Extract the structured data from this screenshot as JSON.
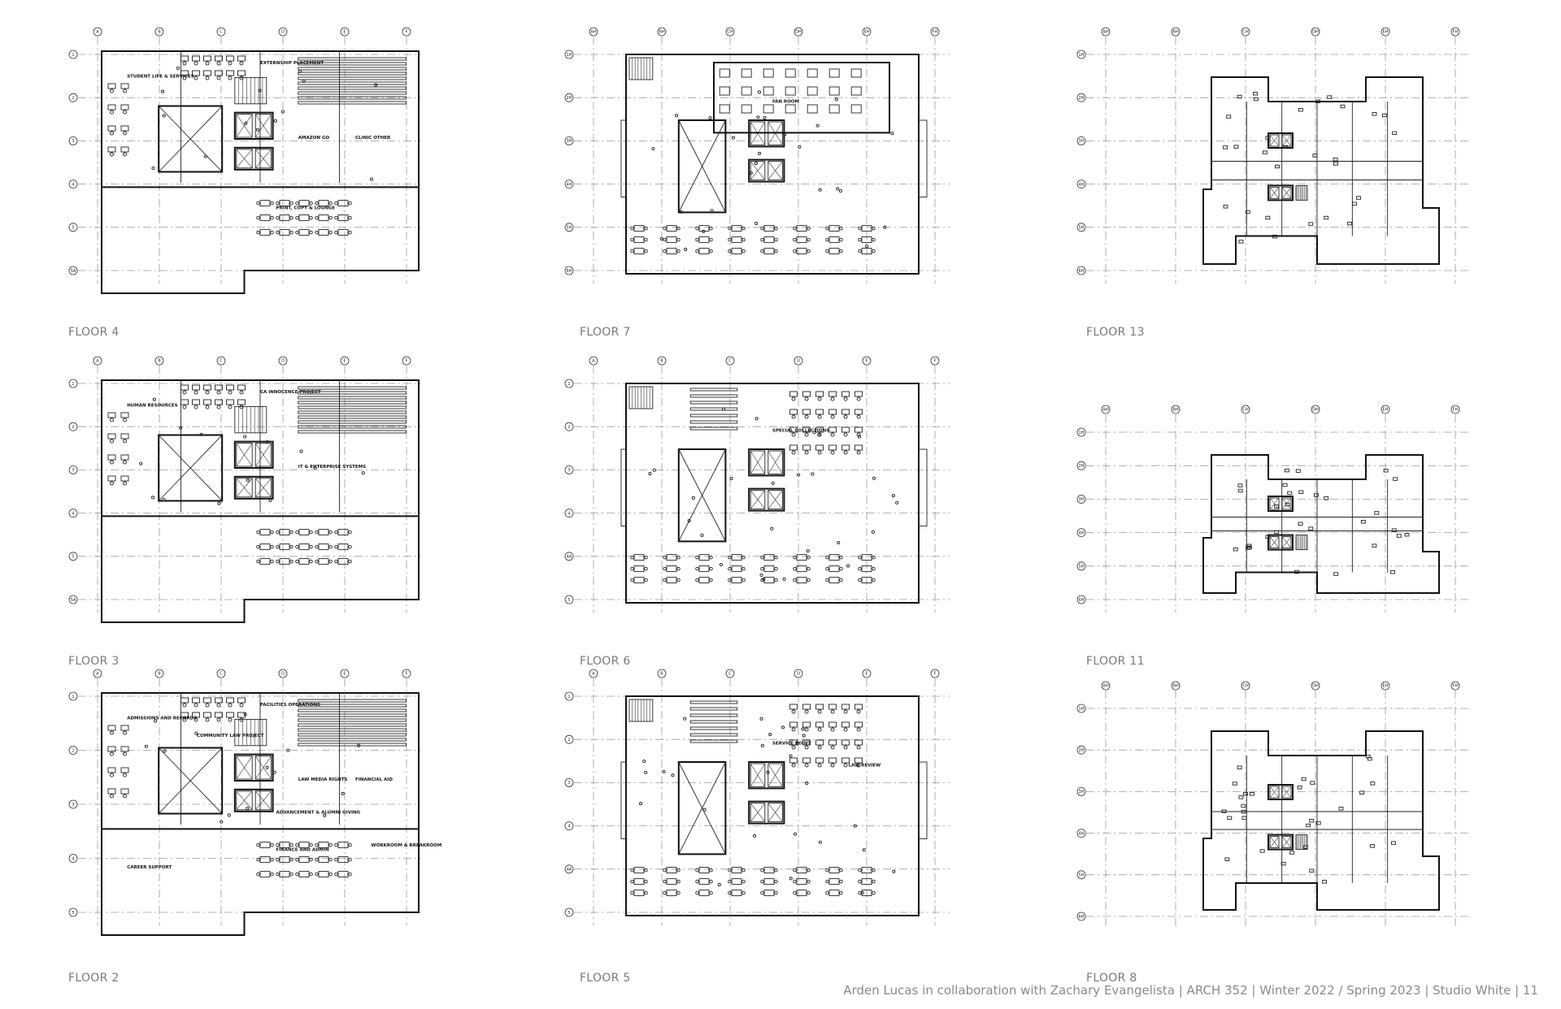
{
  "plans": [
    {
      "id": "floor-4",
      "label": "FLOOR 4",
      "scheme": "podium",
      "grid_cols": [
        "A",
        "B",
        "C",
        "D",
        "E",
        "F"
      ],
      "grid_rows": [
        "1",
        "2",
        "3",
        "4",
        "5",
        "5A"
      ],
      "rooms": [
        "STUDENT LIFE & SERVICES",
        "EXTERNSHIP PLACEMENT",
        "AMAZON GO",
        "CLINIC OTHER",
        "PRINT, COPY & LOUNGE"
      ]
    },
    {
      "id": "floor-7",
      "label": "FLOOR 7",
      "scheme": "library-top",
      "grid_cols": [
        "AH",
        "BH",
        "CH",
        "DH",
        "EH",
        "FH"
      ],
      "grid_rows": [
        "1H",
        "2H",
        "3H",
        "4H",
        "5H",
        "6H"
      ],
      "rooms": [
        "FAN ROOM"
      ]
    },
    {
      "id": "floor-13",
      "label": "FLOOR 13",
      "scheme": "tower",
      "grid_cols": [
        "AH",
        "BH",
        "CH",
        "DH",
        "EH",
        "FH"
      ],
      "grid_rows": [
        "1H",
        "2H",
        "3H",
        "4H",
        "5H",
        "6H"
      ],
      "rooms": []
    },
    {
      "id": "floor-3",
      "label": "FLOOR 3",
      "scheme": "podium",
      "grid_cols": [
        "A",
        "B",
        "C",
        "D",
        "E",
        "F"
      ],
      "grid_rows": [
        "1",
        "2",
        "3",
        "4",
        "5",
        "5A"
      ],
      "rooms": [
        "HUMAN RESOURCES",
        "CA INNOCENCE PROJECT",
        "IT & ENTERPRISE SYSTEMS"
      ]
    },
    {
      "id": "floor-6",
      "label": "FLOOR 6",
      "scheme": "library",
      "grid_cols": [
        "A",
        "B",
        "C",
        "D",
        "E",
        "F"
      ],
      "grid_rows": [
        "1",
        "2",
        "3",
        "4",
        "4A",
        "5"
      ],
      "rooms": [
        "SPECIAL COLLECTIONS"
      ]
    },
    {
      "id": "floor-11",
      "label": "FLOOR 11",
      "scheme": "tower",
      "grid_cols": [
        "AH",
        "BH",
        "CH",
        "DH",
        "EH",
        "FH"
      ],
      "grid_rows": [
        "1H",
        "2H",
        "3H",
        "4H",
        "5H",
        "6H"
      ],
      "rooms": []
    },
    {
      "id": "floor-2",
      "label": "FLOOR 2",
      "scheme": "podium",
      "grid_cols": [
        "A",
        "B",
        "C",
        "D",
        "E",
        "F"
      ],
      "grid_rows": [
        "1",
        "2",
        "3",
        "4",
        "5"
      ],
      "rooms": [
        "ADMISSIONS AND RECORDS",
        "FACILITIES OPERATIONS",
        "LAW MEDIA RIGHTS",
        "FINANCIAL AID",
        "FINANCE AND ADMIN",
        "COMMUNITY LAW PROJECT",
        "ADVANCEMENT & ALUMNI GIVING",
        "CAREER SUPPORT",
        "WORKROOM & BREAKROOM"
      ]
    },
    {
      "id": "floor-5",
      "label": "FLOOR 5",
      "scheme": "library",
      "grid_cols": [
        "A",
        "B",
        "C",
        "D",
        "E",
        "F"
      ],
      "grid_rows": [
        "1",
        "2",
        "3",
        "4",
        "4A",
        "5"
      ],
      "rooms": [
        "SERVICE POINT",
        "LAW REVIEW"
      ]
    },
    {
      "id": "floor-8",
      "label": "FLOOR 8",
      "scheme": "tower",
      "grid_cols": [
        "AH",
        "BH",
        "CH",
        "DH",
        "EH",
        "FH"
      ],
      "grid_rows": [
        "1H",
        "2H",
        "3H",
        "4H",
        "5H",
        "6H"
      ],
      "rooms": []
    }
  ],
  "footer": {
    "credit": "Arden Lucas in collaboration with Zachary Evangelista | ARCH 352 | Winter 2022 / Spring 2023 | Studio White | 11"
  }
}
